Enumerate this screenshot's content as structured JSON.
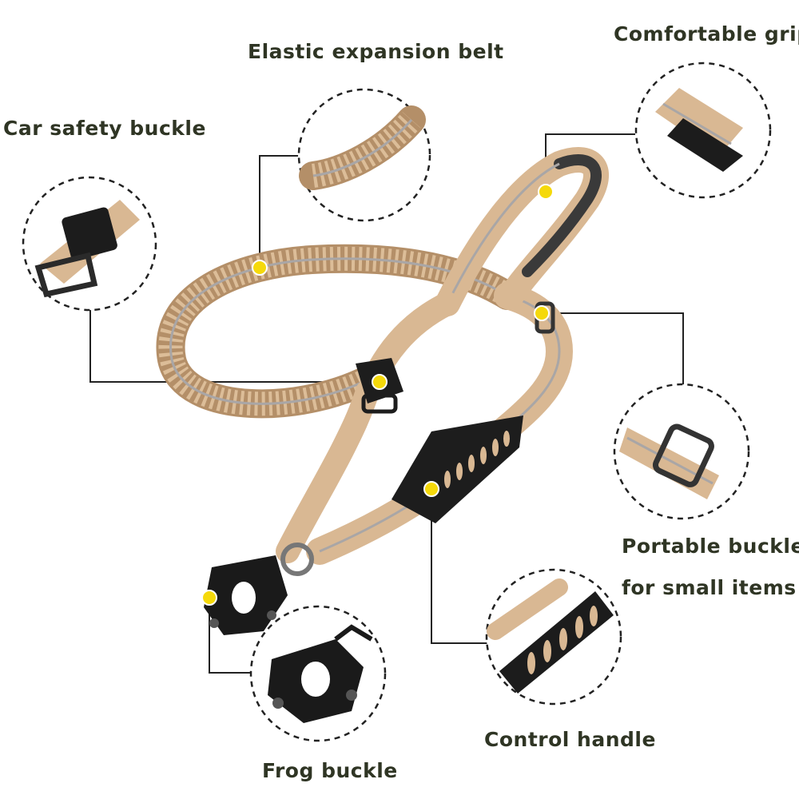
{
  "labels": {
    "elastic": "Elastic expansion belt",
    "grip": "Comfortable grip",
    "car_buckle": "Car safety buckle",
    "portable_line1": "Portable buckle",
    "portable_line2": "for small items",
    "control": "Control handle",
    "frog": "Frog buckle"
  },
  "colors": {
    "text": "#2f3524",
    "strap": "#d9b893",
    "strap_dark": "#b48f68",
    "reflective": "#a9a6a6",
    "black_part": "#1b1b1b",
    "marker": "#f5d90a",
    "circle_stroke": "#2a2a2a"
  },
  "icons": [
    "car-safety-buckle-icon",
    "frog-buckle-icon",
    "d-ring-icon",
    "leash-illustration"
  ]
}
